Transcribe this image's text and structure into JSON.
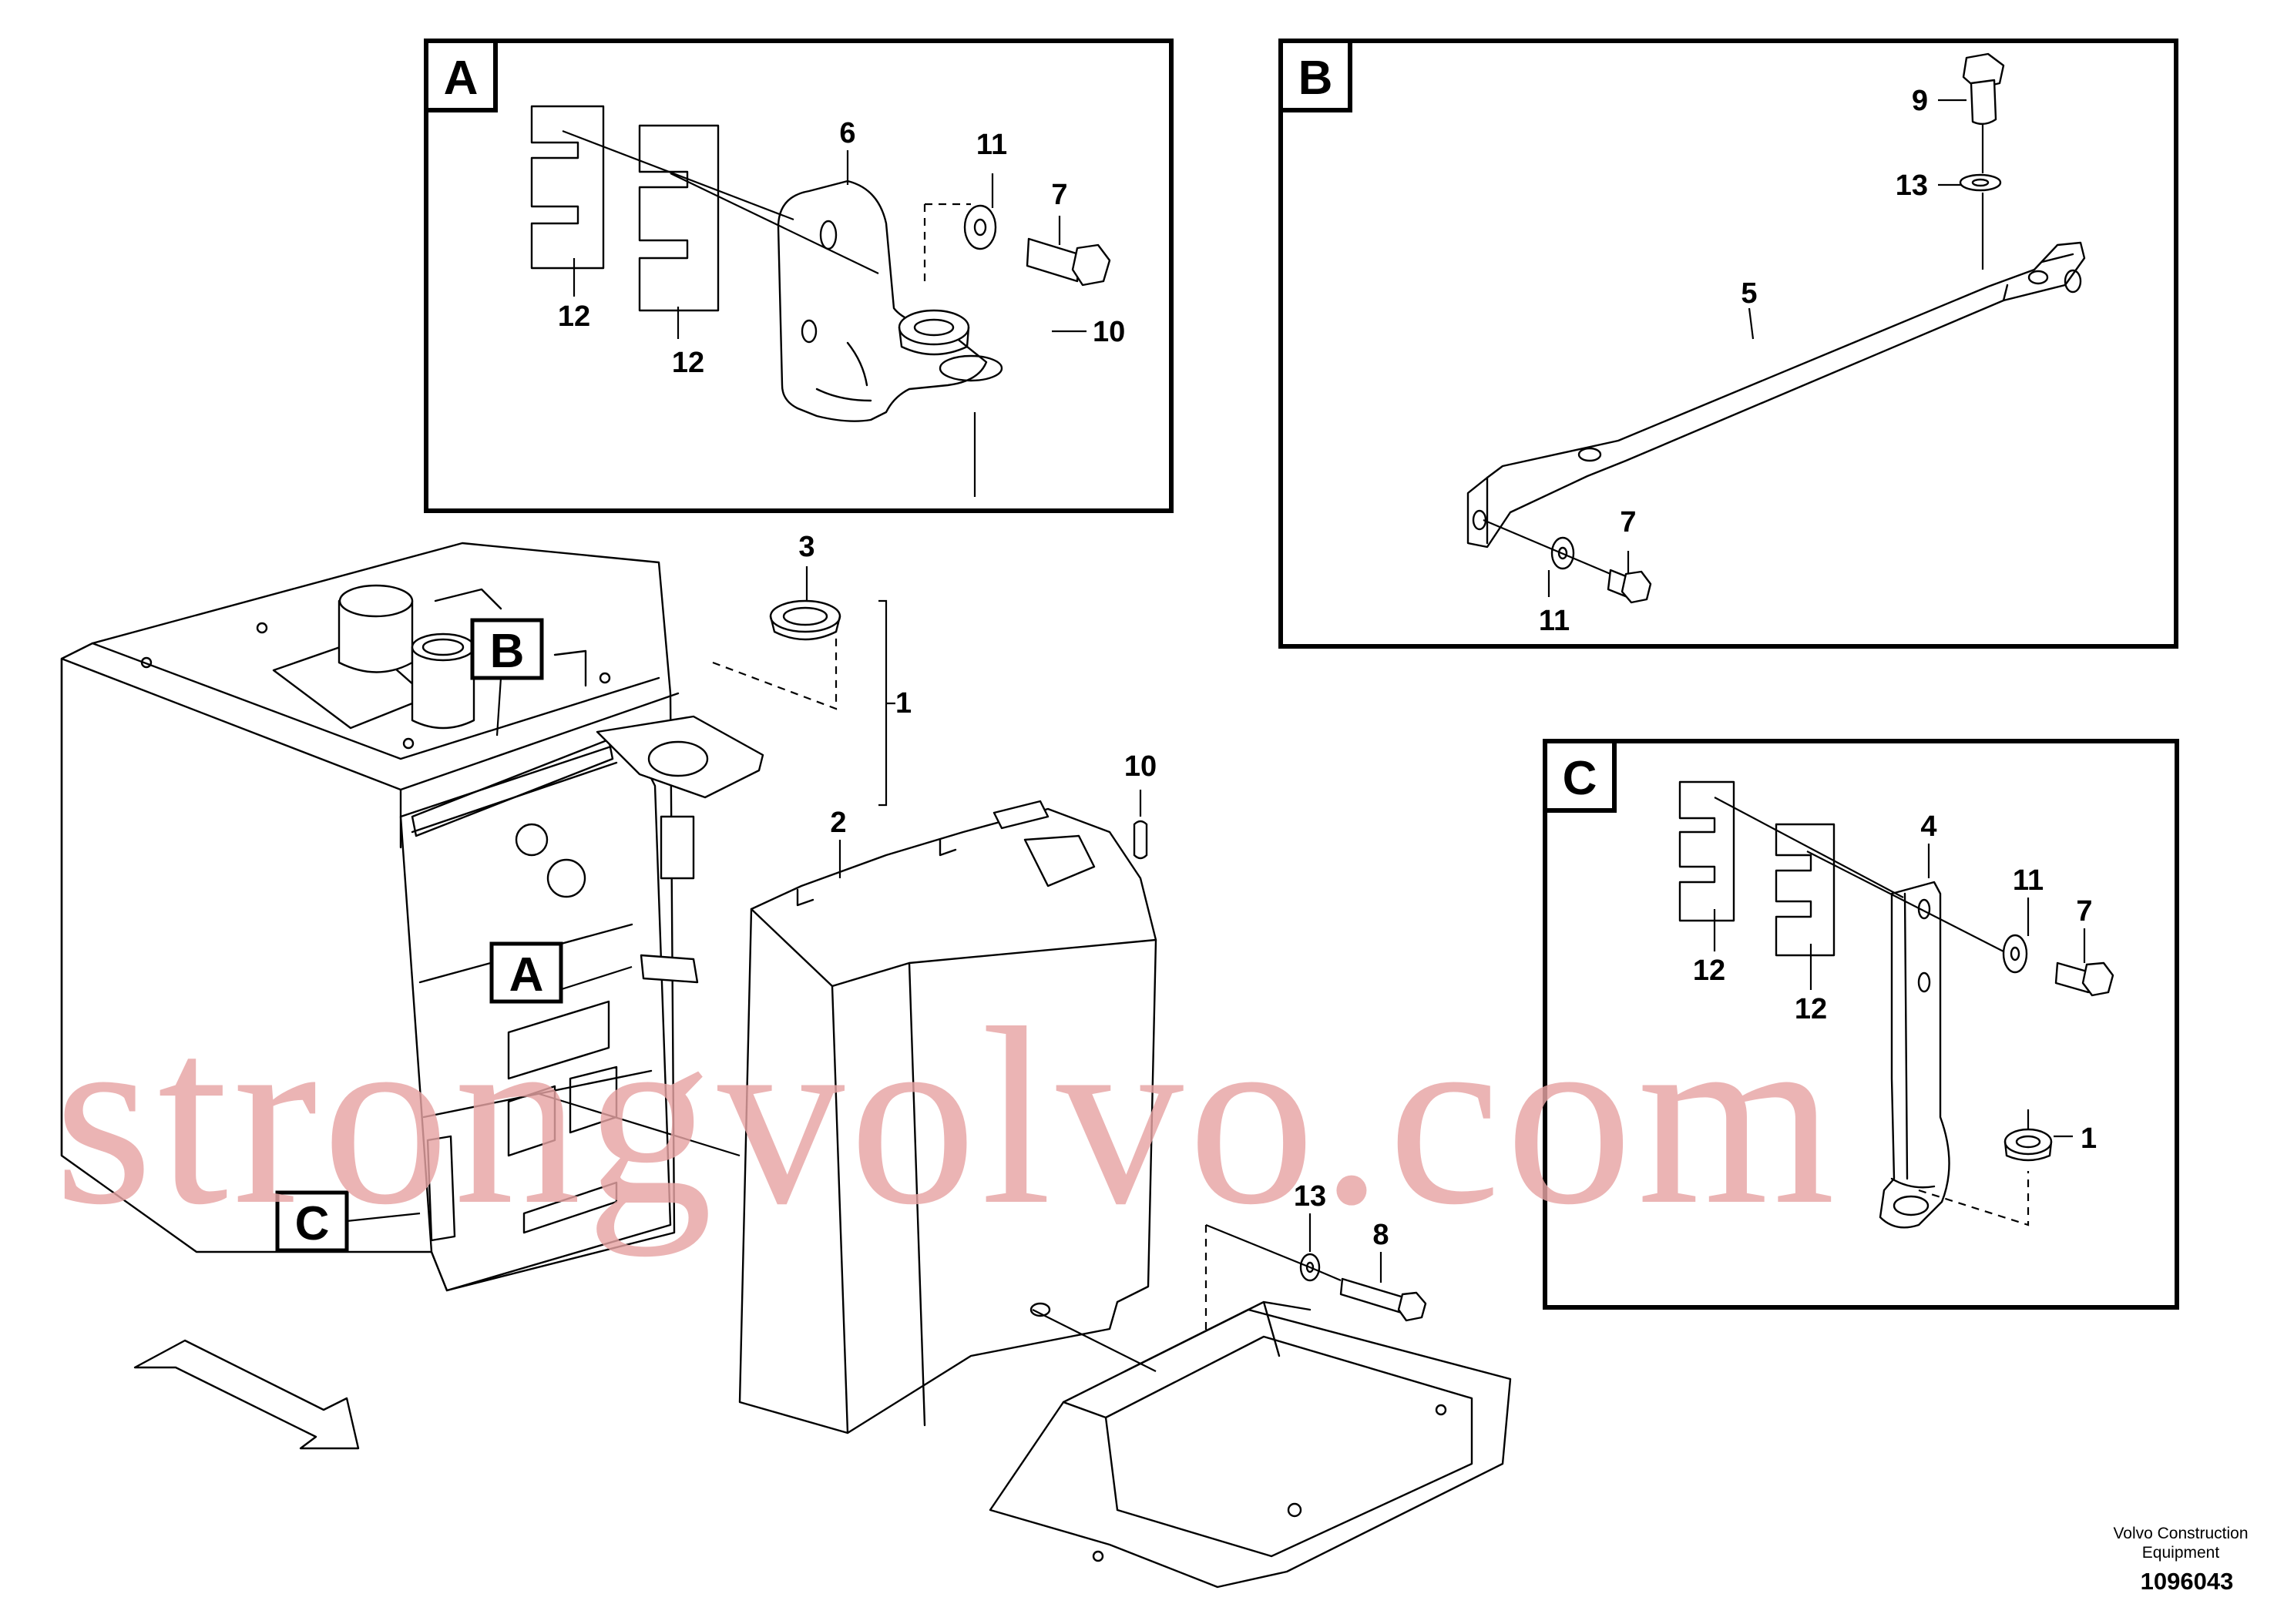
{
  "watermark": "strongvolvo.com",
  "detail_tags": {
    "a": "A",
    "b": "B",
    "c": "C"
  },
  "callouts": {
    "detail_a": [
      "12",
      "12",
      "6",
      "11",
      "7",
      "10"
    ],
    "detail_b": [
      "9",
      "13",
      "5",
      "7",
      "11"
    ],
    "detail_c": [
      "12",
      "12",
      "4",
      "11",
      "7",
      "1"
    ],
    "main": [
      "3",
      "1",
      "2",
      "10",
      "13",
      "8"
    ]
  },
  "publisher": [
    "Volvo Construction",
    "Equipment"
  ],
  "drawing_number": "1096043"
}
